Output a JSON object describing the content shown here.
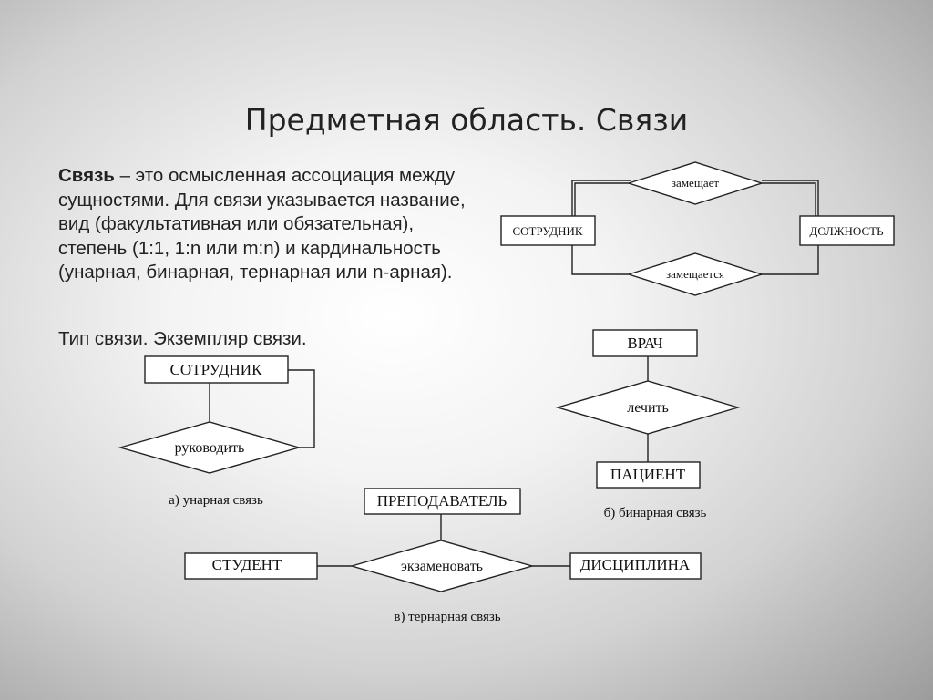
{
  "slide": {
    "title": "Предметная область. Связи",
    "definition": {
      "term": "Связь",
      "text": " – это осмысленная ассоциация между сущностями. Для связи указывается название, вид (факультативная или обязательная), степень (1:1, 1:n или m:n) и кардинальность (унарная, бинарная, тернарная или n-арная)."
    },
    "type_instance": "Тип связи. Экземпляр связи."
  },
  "diagrams": {
    "top": {
      "entity_left": "СОТРУДНИК",
      "entity_right": "ДОЛЖНОСТЬ",
      "relation_top": "замещает",
      "relation_bottom": "замещается"
    },
    "unary": {
      "entity": "СОТРУДНИК",
      "relation": "руководить",
      "caption": "а) унарная связь"
    },
    "binary": {
      "entity_top": "ВРАЧ",
      "relation": "лечить",
      "entity_bottom": "ПАЦИЕНТ",
      "caption": "б) бинарная связь"
    },
    "ternary": {
      "entity_top": "ПРЕПОДАВАТЕЛЬ",
      "entity_left": "СТУДЕНТ",
      "entity_right": "ДИСЦИПЛИНА",
      "relation": "экзаменовать",
      "caption": "в) тернарная связь"
    }
  }
}
